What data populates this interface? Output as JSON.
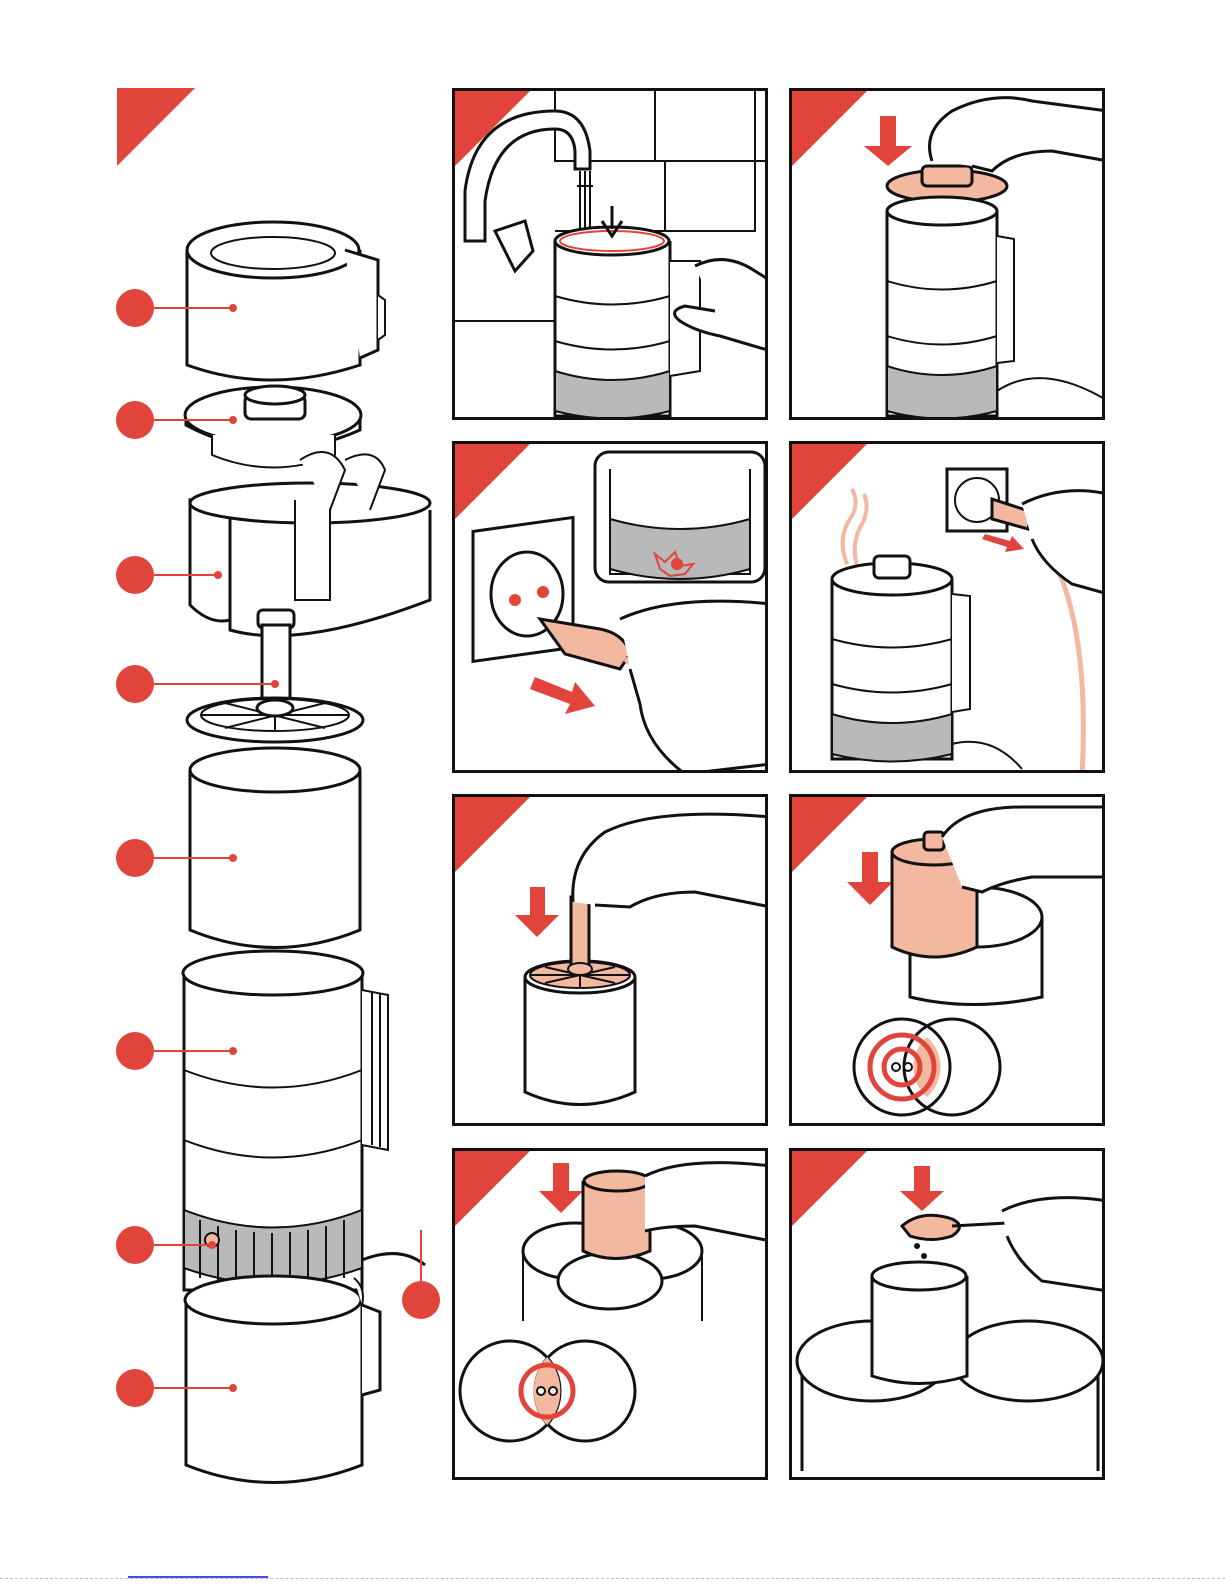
{
  "colors": {
    "accent": "#e0443a",
    "accent_light": "#f3b8a0",
    "outline": "#111111",
    "base_gray": "#b9b9b9",
    "frame_border": "#111111"
  },
  "exploded_view": {
    "callout_count": 9,
    "parts": [
      "carafe-lid-icon",
      "filter-lid-icon",
      "water-tank-icon",
      "piston-filter-icon",
      "filter-cylinder-icon",
      "machine-body-icon",
      "power-light-icon",
      "cord-icon",
      "jug-icon"
    ]
  },
  "steps": [
    {
      "id": "fill-water",
      "icons": [
        "tap-icon",
        "water-icon",
        "down-arrow-icon",
        "machine-icon",
        "hand-icon"
      ]
    },
    {
      "id": "place-lid",
      "icons": [
        "down-arrow-icon",
        "filter-lid-icon",
        "hand-icon",
        "machine-icon"
      ]
    },
    {
      "id": "plug-in",
      "icons": [
        "socket-icon",
        "plug-icon",
        "right-arrow-icon",
        "power-light-icon"
      ]
    },
    {
      "id": "unplug",
      "icons": [
        "steam-icon",
        "machine-icon",
        "socket-icon",
        "plug-icon"
      ]
    },
    {
      "id": "insert-piston",
      "icons": [
        "down-arrow-icon",
        "piston-filter-icon",
        "hand-icon"
      ]
    },
    {
      "id": "seat-filter",
      "icons": [
        "down-arrow-icon",
        "filter-cylinder-icon",
        "alignment-icon"
      ]
    },
    {
      "id": "position-on-cups",
      "icons": [
        "down-arrow-icon",
        "filter-cylinder-icon",
        "cups-icon",
        "alignment-icon"
      ]
    },
    {
      "id": "add-coffee",
      "icons": [
        "down-arrow-icon",
        "spoon-icon",
        "coffee-grounds-icon",
        "cups-icon"
      ]
    }
  ]
}
